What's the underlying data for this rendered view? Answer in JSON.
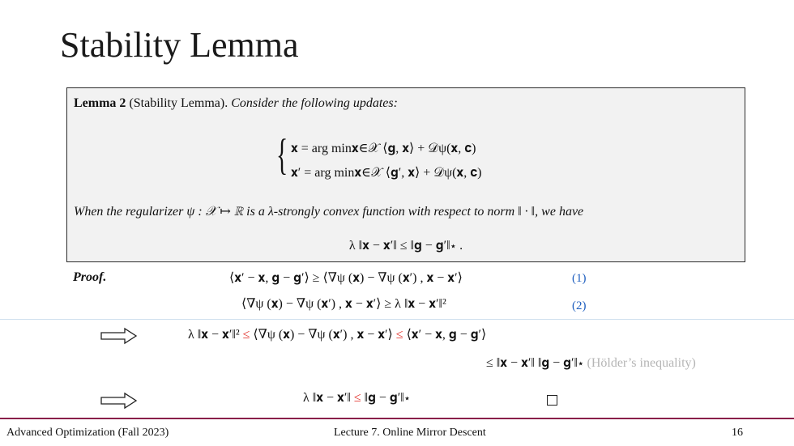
{
  "title": "Stability Lemma",
  "lemma": {
    "label": "Lemma 2",
    "name": "(Stability Lemma).",
    "intro": "Consider the following updates:",
    "update1": "𝐱 = arg min𝐱∈𝒳 ⟨𝐠, 𝐱⟩ + 𝒟ψ(𝐱, 𝐜)",
    "update2": "𝐱′ = arg min𝐱∈𝒳 ⟨𝐠′, 𝐱⟩ + 𝒟ψ(𝐱, 𝐜)",
    "condition": "When the regularizer ψ : 𝒳 ↦ ℝ is a λ-strongly convex function with respect to norm ‖ · ‖, we have",
    "result": "λ ‖𝐱 − 𝐱′‖ ≤ ‖𝐠 − 𝐠′‖⋆ ."
  },
  "proof": {
    "label": "Proof.",
    "eq1": "⟨𝐱′ − 𝐱, 𝐠 − 𝐠′⟩ ≥ ⟨∇ψ (𝐱) − ∇ψ (𝐱′) , 𝐱 − 𝐱′⟩",
    "tag1": "(1)",
    "eq2": "⟨∇ψ (𝐱) − ∇ψ (𝐱′) , 𝐱 − 𝐱′⟩ ≥ λ ‖𝐱 − 𝐱′‖²",
    "tag2": "(2)",
    "step1_a": "λ ‖𝐱 − 𝐱′‖²",
    "step1_le1": "≤",
    "step1_b": "⟨∇ψ (𝐱) − ∇ψ (𝐱′) , 𝐱 − 𝐱′⟩",
    "step1_le2": "≤",
    "step1_c": "⟨𝐱′ − 𝐱, 𝐠 − 𝐠′⟩",
    "step2": "≤ ‖𝐱 − 𝐱′‖ ‖𝐠 − 𝐠′‖⋆",
    "step2_note": "(Hölder’s inequality)",
    "final_a": "λ ‖𝐱 − 𝐱′‖",
    "final_le": "≤",
    "final_b": "‖𝐠 − 𝐠′‖⋆"
  },
  "footer": {
    "course": "Advanced Optimization (Fall 2023)",
    "lecture": "Lecture 7. Online Mirror Descent",
    "page": "16"
  },
  "colors": {
    "footer_rule": "#8a1f4a",
    "tag": "#1f5fbf",
    "highlight": "#e0241d",
    "note": "#b5b5b5"
  }
}
